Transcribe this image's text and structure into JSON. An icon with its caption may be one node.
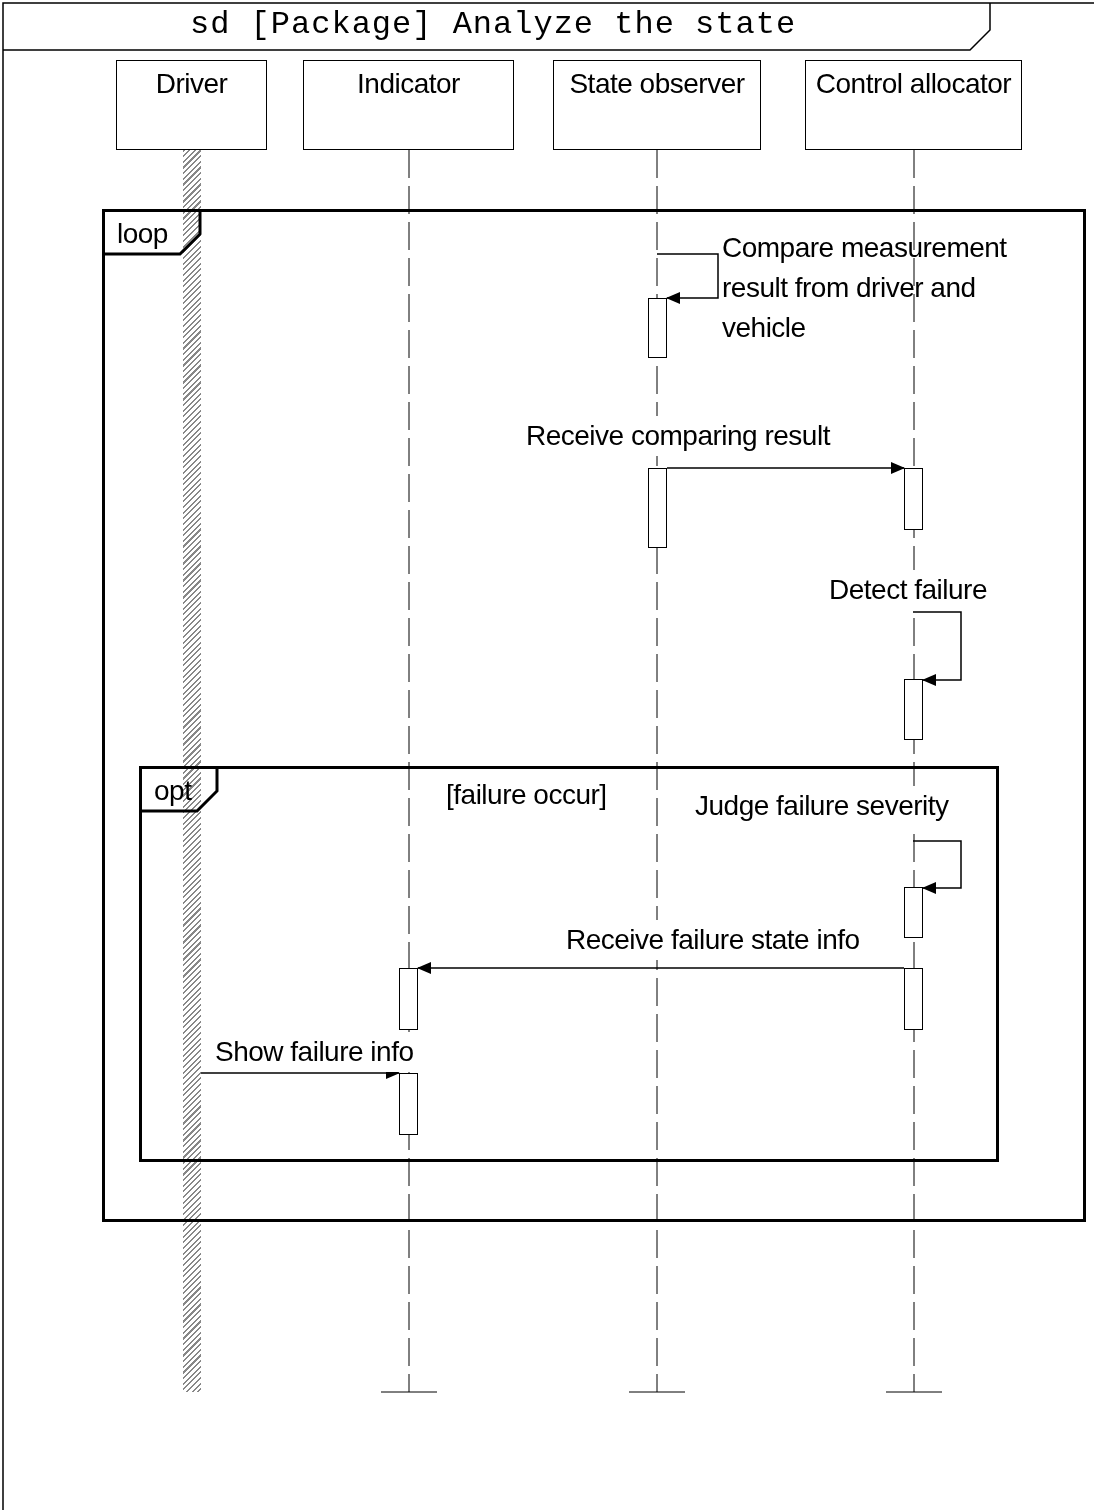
{
  "diagram": {
    "title": "sd [Package] Analyze the state",
    "nodes": [
      {
        "text": [
          "Driver"
        ]
      },
      {
        "text": [
          "Indicator"
        ]
      },
      {
        "text": [
          "State observer"
        ]
      },
      {
        "text": [
          "Control allocator"
        ]
      },
      {
        "text": [
          "loop"
        ]
      },
      {
        "text": [
          "opt",
          "[failure occur]"
        ],
        "in": 4
      },
      {
        "text": [],
        "shape": "bar",
        "in": 4
      },
      {
        "text": [],
        "shape": "bar",
        "in": 4
      },
      {
        "text": [],
        "shape": "bar",
        "in": 4
      },
      {
        "text": [],
        "shape": "bar",
        "in": 4
      },
      {
        "text": [],
        "shape": "bar",
        "in": 5
      },
      {
        "text": [],
        "shape": "bar",
        "in": 5
      },
      {
        "text": [],
        "shape": "bar",
        "in": 5
      },
      {
        "text": [],
        "shape": "bar",
        "in": 5
      },
      {
        "text": [],
        "shape": "bar"
      }
    ],
    "edges": [
      {
        "from": null,
        "to": 6,
        "arrow": "to",
        "label": "Compare measurement result from driver and vehicle"
      },
      {
        "from": 7,
        "to": 8,
        "arrow": "to",
        "label": "Receive comparing result"
      },
      {
        "from": null,
        "to": 9,
        "arrow": "to",
        "label": "Detect failure"
      },
      {
        "from": null,
        "to": 10,
        "arrow": "to",
        "label": "Judge failure severity"
      },
      {
        "from": 11,
        "to": 12,
        "arrow": "to",
        "label": "Receive failure state info"
      },
      {
        "from": 14,
        "to": 13,
        "arrow": "to",
        "label": "Show failure info"
      }
    ]
  }
}
